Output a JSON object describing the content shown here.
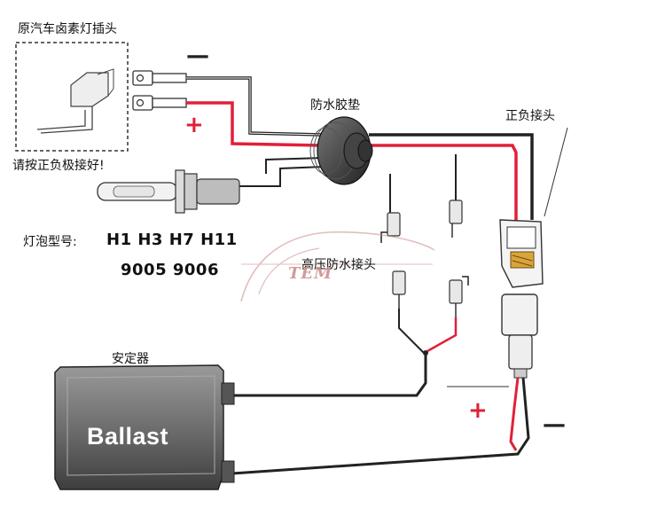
{
  "labels": {
    "original_socket": "原汽车卤素灯插头",
    "connect_polarity": "请按正负极接好!",
    "waterproof_grommet": "防水胶垫",
    "polarity_connector": "正负接头",
    "bulb_models_prefix": "灯泡型号:",
    "bulb_models_line1": "H1  H3  H7  H11",
    "bulb_models_line2": "9005  9006",
    "hv_waterproof_connector": "高压防水接头",
    "ballast_label": "安定器",
    "ballast_brand": "Ballast",
    "watermark": "TEM"
  },
  "signs": {
    "plus": "+",
    "minus": "—"
  },
  "colors": {
    "positive_wire": "#e0203a",
    "wire": "#222222",
    "ballast_body": "#6e6e6e"
  }
}
